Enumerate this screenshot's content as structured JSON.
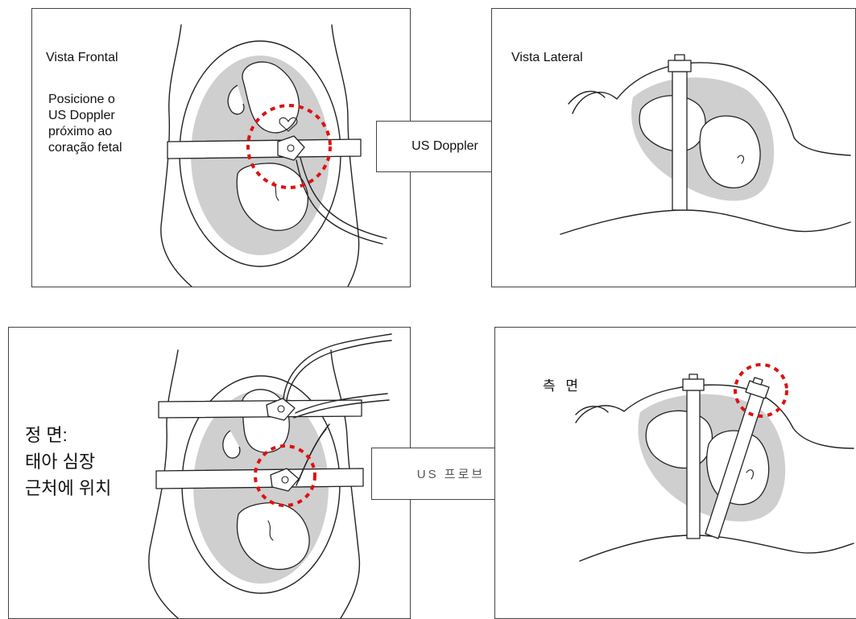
{
  "top": {
    "front": {
      "title": "Vista Frontal",
      "instruction": [
        "Posicione o",
        "US Doppler",
        "próximo ao",
        "coração fetal"
      ],
      "icon": "fetal-front-view-illustration"
    },
    "callout": "US Doppler",
    "lateral": {
      "title": "Vista Lateral",
      "icon": "fetal-lateral-view-illustration"
    }
  },
  "bottom": {
    "front": {
      "lines": [
        "정 면:",
        "태아 심장",
        "근처에 위치"
      ],
      "icon": "fetal-front-view-two-belts-illustration"
    },
    "callout": "US 프로브",
    "lateral": {
      "title": "측 면",
      "icon": "fetal-lateral-view-two-probes-illustration"
    }
  },
  "colors": {
    "marker": "#e01010",
    "uterus_fill": "#cfcfcf",
    "line": "#222222"
  }
}
